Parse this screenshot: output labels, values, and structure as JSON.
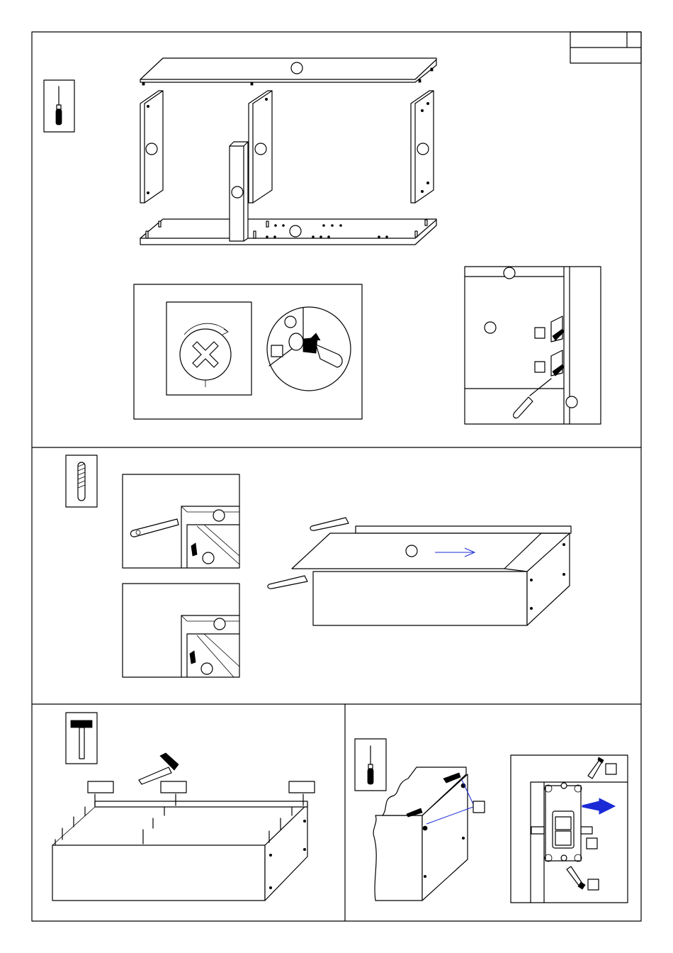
{
  "sheet": {
    "line_color": "#000000",
    "accent_color": "#1a2bd6"
  },
  "steps": [
    {
      "tool_icon": "screwdriver-icon",
      "parts": [
        "panel-top",
        "panel-side-left",
        "panel-divider",
        "panel-center",
        "panel-side-right",
        "panel-bottom"
      ]
    },
    {
      "tool_icon": "dowel-icon",
      "parts": [
        "back-panel",
        "rail-top",
        "rail-bottom"
      ]
    },
    {
      "tool_icon": "hammer-icon",
      "parts": [
        "nails",
        "label-boxes"
      ]
    },
    {
      "tool_icon": "screwdriver-icon",
      "parts": [
        "hinge-plate",
        "hinge-screws"
      ]
    }
  ]
}
